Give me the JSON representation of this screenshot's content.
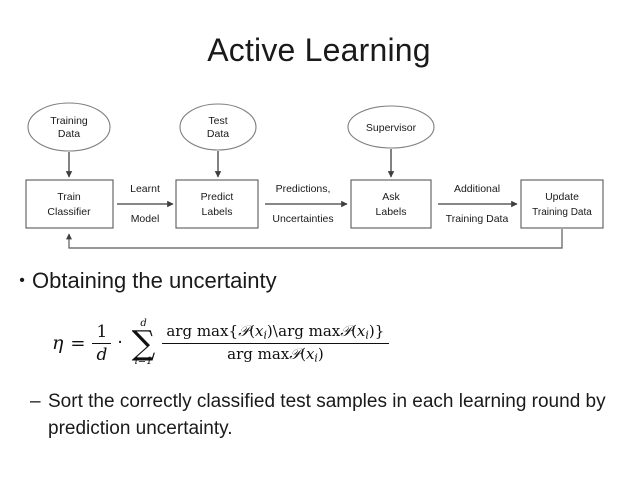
{
  "slide": {
    "title": "Active Learning",
    "background": "#ffffff",
    "text_color": "#1a1a1a"
  },
  "diagram": {
    "type": "flowchart",
    "ellipses": [
      {
        "id": "training-data",
        "label_line1": "Training",
        "label_line2": "Data"
      },
      {
        "id": "test-data",
        "label_line1": "Test",
        "label_line2": "Data"
      },
      {
        "id": "supervisor",
        "label_line1": "Supervisor",
        "label_line2": ""
      }
    ],
    "boxes": [
      {
        "id": "train-classifier",
        "label_line1": "Train",
        "label_line2": "Classifier"
      },
      {
        "id": "predict-labels",
        "label_line1": "Predict",
        "label_line2": "Labels"
      },
      {
        "id": "ask-labels",
        "label_line1": "Ask",
        "label_line2": "Labels"
      },
      {
        "id": "update-training-data",
        "label_line1": "Update",
        "label_line2": "Training Data"
      }
    ],
    "edge_labels": [
      {
        "id": "learnt-model",
        "above": "Learnt",
        "below": "Model"
      },
      {
        "id": "predictions-uncertainties",
        "above": "Predictions,",
        "below": "Uncertainties"
      },
      {
        "id": "additional-training-data",
        "above": "Additional",
        "below": "Training Data"
      }
    ],
    "feedback_loop": "Update Training Data back to Train Classifier",
    "stroke_color": "#595959"
  },
  "body": {
    "bullet": {
      "marker": "•",
      "text": "Obtaining the uncertainty"
    },
    "sub_bullet": {
      "marker": "–",
      "text": "Sort the correctly classified test samples in each learning round by prediction uncertainty."
    }
  },
  "formula": {
    "eta": "η",
    "equals": "=",
    "one": "1",
    "d": "d",
    "cdot": "·",
    "sum": "∑",
    "sum_upper": "d",
    "sum_lower": "i=1",
    "numerator": {
      "argmax1": "arg max",
      "open_brace": "{",
      "prob1": "𝒫",
      "open_paren1": "(",
      "x1": "x",
      "sub1": "i",
      "close_paren1": ")",
      "setminus": "\\",
      "argmax2": "arg max",
      "prob2": "𝒫",
      "open_paren2": "(",
      "x2": "x",
      "sub2": "i",
      "close_paren2": ")",
      "close_brace": "}"
    },
    "denominator": {
      "argmax3": "arg max",
      "prob3": "𝒫",
      "open_paren3": "(",
      "x3": "x",
      "sub3": "i",
      "close_paren3": ")"
    },
    "plain_text": "η = (1/d) · Σ(i=1..d) arg max {P(x_i) \\ arg max P(x_i)} / arg max P(x_i)"
  }
}
